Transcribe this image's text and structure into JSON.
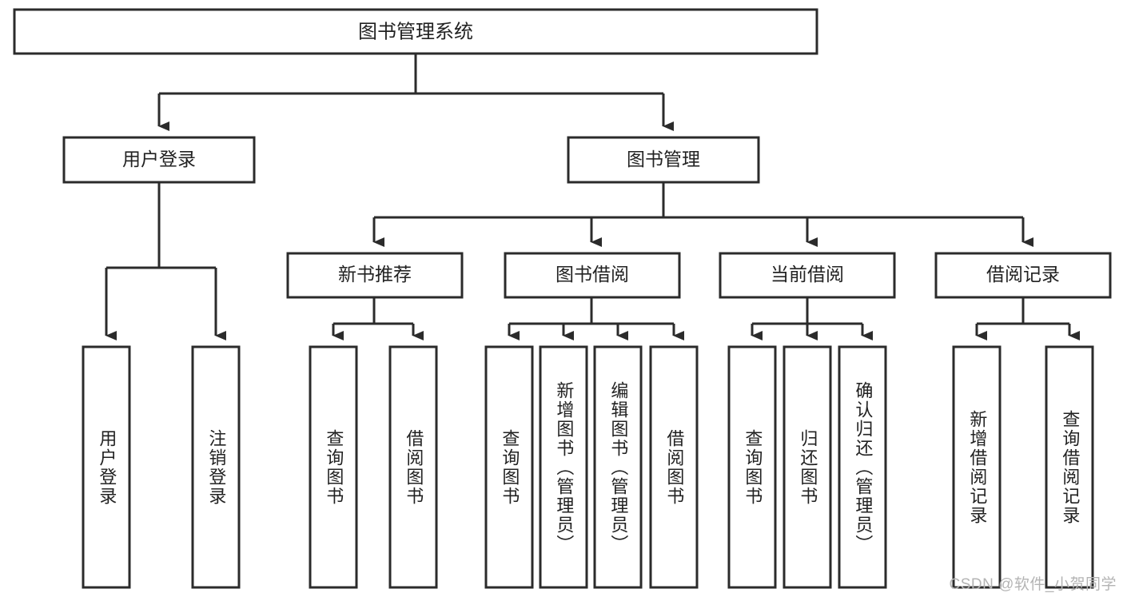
{
  "diagram": {
    "type": "hierarchy-tree",
    "title_node": {
      "id": "root",
      "label": "图书管理系统"
    },
    "level2": [
      {
        "id": "login",
        "label": "用户登录"
      },
      {
        "id": "bookmgmt",
        "label": "图书管理"
      }
    ],
    "level3": [
      {
        "id": "newbook",
        "label": "新书推荐",
        "parent": "bookmgmt"
      },
      {
        "id": "borrow",
        "label": "图书借阅",
        "parent": "bookmgmt"
      },
      {
        "id": "current",
        "label": "当前借阅",
        "parent": "bookmgmt"
      },
      {
        "id": "record",
        "label": "借阅记录",
        "parent": "bookmgmt"
      }
    ],
    "leaves": [
      {
        "id": "leaf-1",
        "label": "用户登录",
        "parent": "login"
      },
      {
        "id": "leaf-2",
        "label": "注销登录",
        "parent": "login"
      },
      {
        "id": "leaf-3",
        "label": "查询图书",
        "parent": "newbook"
      },
      {
        "id": "leaf-4",
        "label": "借阅图书",
        "parent": "newbook"
      },
      {
        "id": "leaf-5",
        "label": "查询图书",
        "parent": "borrow"
      },
      {
        "id": "leaf-6",
        "label": "新增图书（管理员）",
        "parent": "borrow"
      },
      {
        "id": "leaf-7",
        "label": "编辑图书（管理员）",
        "parent": "borrow"
      },
      {
        "id": "leaf-8",
        "label": "借阅图书",
        "parent": "borrow"
      },
      {
        "id": "leaf-9",
        "label": "查询图书",
        "parent": "current"
      },
      {
        "id": "leaf-10",
        "label": "归还图书",
        "parent": "current"
      },
      {
        "id": "leaf-11",
        "label": "确认归还（管理员）",
        "parent": "current"
      },
      {
        "id": "leaf-12",
        "label": "新增借阅记录",
        "parent": "record"
      },
      {
        "id": "leaf-13",
        "label": "查询借阅记录",
        "parent": "record"
      }
    ],
    "colors": {
      "stroke": "#2b2b2b",
      "fill": "#ffffff",
      "text": "#222222",
      "watermark": "#b4b4b4"
    }
  },
  "watermark": {
    "text": "CSDN @软件_小贺同学"
  }
}
